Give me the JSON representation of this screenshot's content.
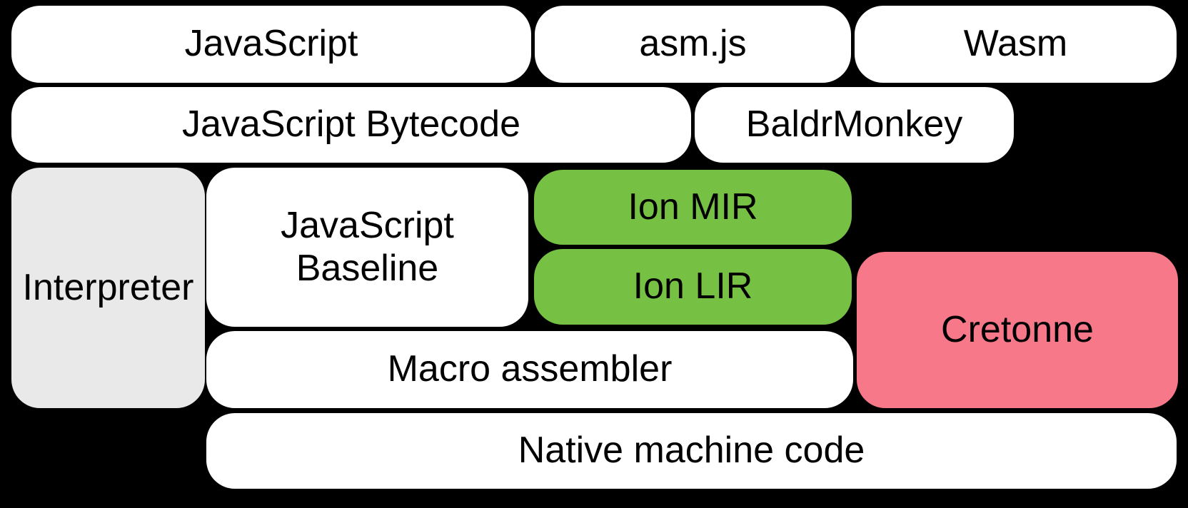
{
  "boxes": {
    "javascript": {
      "label": "JavaScript"
    },
    "asm_js": {
      "label": "asm.js"
    },
    "wasm": {
      "label": "Wasm"
    },
    "js_bytecode": {
      "label": "JavaScript Bytecode"
    },
    "baldrmonkey": {
      "label": "BaldrMonkey"
    },
    "interpreter": {
      "label": "Interpreter"
    },
    "js_baseline": {
      "line1": "JavaScript",
      "line2": "Baseline"
    },
    "ion_mir": {
      "label": "Ion MIR"
    },
    "ion_lir": {
      "label": "Ion LIR"
    },
    "cretonne": {
      "label": "Cretonne"
    },
    "macro_asm": {
      "label": "Macro assembler"
    },
    "native_code": {
      "label": "Native machine code"
    }
  },
  "colors": {
    "background": "#000000",
    "box_default": "#ffffff",
    "box_interpreter_gray": "#e9e9e9",
    "box_ion_green": "#76c043",
    "box_cretonne_pink": "#f67889",
    "text": "#000000"
  }
}
